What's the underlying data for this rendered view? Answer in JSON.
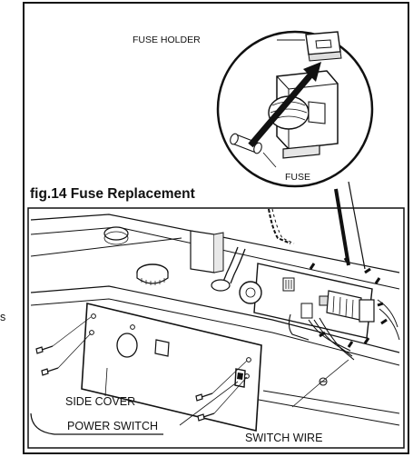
{
  "figure": {
    "title": "fig.14 Fuse Replacement",
    "stray_text": "s"
  },
  "labels": {
    "fuse_holder": "FUSE HOLDER",
    "fuse": "FUSE",
    "side_cover": "SIDE COVER",
    "power_switch": "POWER SWITCH",
    "switch_wire": "SWITCH WIRE"
  },
  "colors": {
    "ink": "#111111",
    "paper": "#ffffff",
    "shade": "#cfcfcf"
  }
}
